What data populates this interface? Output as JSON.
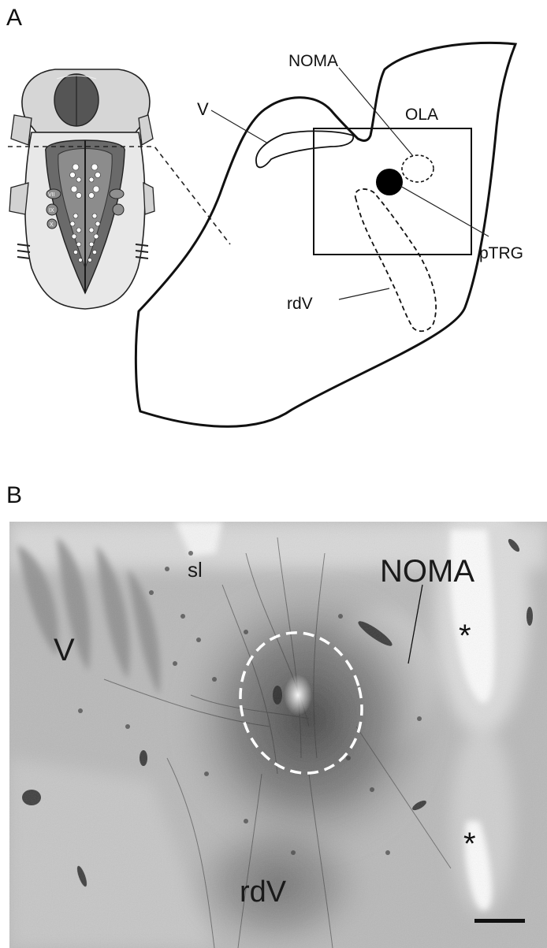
{
  "figure": {
    "panel_a": {
      "letter": "A",
      "labels": {
        "nerve": "V",
        "noma": "NOMA",
        "ola": "OLA",
        "ptrg": "pTRG",
        "rdv": "rdV"
      },
      "inset_labels": {
        "vii": "VII",
        "ix": "IX",
        "x": "X"
      }
    },
    "panel_b": {
      "letter": "B",
      "labels": {
        "nerve": "V",
        "sl": "sl",
        "noma": "NOMA",
        "rdv": "rdV",
        "asterisk_top": "*",
        "asterisk_bottom": "*"
      }
    }
  }
}
